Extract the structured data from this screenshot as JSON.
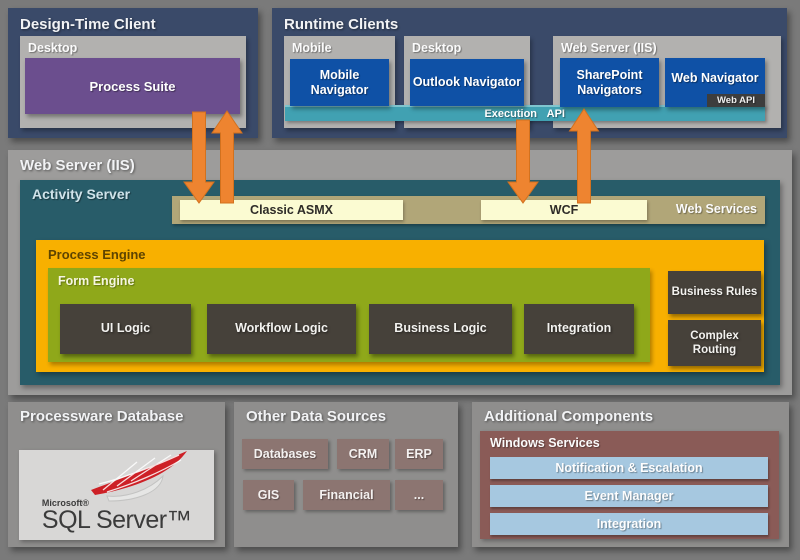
{
  "colors": {
    "page_bg": "#7a7a7a",
    "navy": "#3a4a69",
    "client_gray": "#b2b1af",
    "app_blue": "#0f51a6",
    "purple": "#6b4e8e",
    "execution_teal": "#41a1b2",
    "activity_teal": "#285c69",
    "khaki": "#b1a678",
    "pale_yellow": "#fbfbd2",
    "amber": "#f8b000",
    "green": "#8fa81a",
    "module_dark": "#46413a",
    "mauve": "#8c7571",
    "red_brown": "#8a5b57",
    "light_blue_bar": "#a6c8e0",
    "arrow_orange": "#ee8430",
    "sql_red": "#cd2026"
  },
  "top": {
    "design_time": {
      "title": "Design-Time Client",
      "group_label": "Desktop",
      "item": "Process Suite"
    },
    "runtime": {
      "title": "Runtime Clients",
      "groups": [
        {
          "label": "Mobile",
          "items": [
            "Mobile Navigator"
          ]
        },
        {
          "label": "Desktop",
          "items": [
            "Outlook Navigator"
          ]
        },
        {
          "label": "Web Server (IIS)",
          "items": [
            "SharePoint Navigators",
            "Web Navigator"
          ],
          "badge": "Web API"
        }
      ],
      "execution_api": "Execution API"
    }
  },
  "middle": {
    "title": "Web Server (IIS)",
    "activity_server": {
      "title": "Activity Server",
      "services": [
        "Classic ASMX",
        "WCF"
      ],
      "services_label": "Web Services",
      "process_engine": {
        "title": "Process Engine",
        "form_engine": {
          "title": "Form Engine",
          "modules": [
            "UI Logic",
            "Workflow Logic",
            "Business Logic",
            "Integration"
          ]
        },
        "side_modules": [
          "Business Rules",
          "Complex Routing"
        ]
      }
    }
  },
  "bottom": {
    "database": {
      "title": "Processware Database",
      "logo_small": "Microsoft®",
      "logo_large": "SQL Server™"
    },
    "other_sources": {
      "title": "Other Data Sources",
      "row1": [
        "Databases",
        "CRM",
        "ERP"
      ],
      "row2": [
        "GIS",
        "Financial",
        "..."
      ]
    },
    "additional": {
      "title": "Additional Components",
      "group_label": "Windows Services",
      "services": [
        "Notification & Escalation",
        "Event Manager",
        "Integration"
      ]
    }
  }
}
